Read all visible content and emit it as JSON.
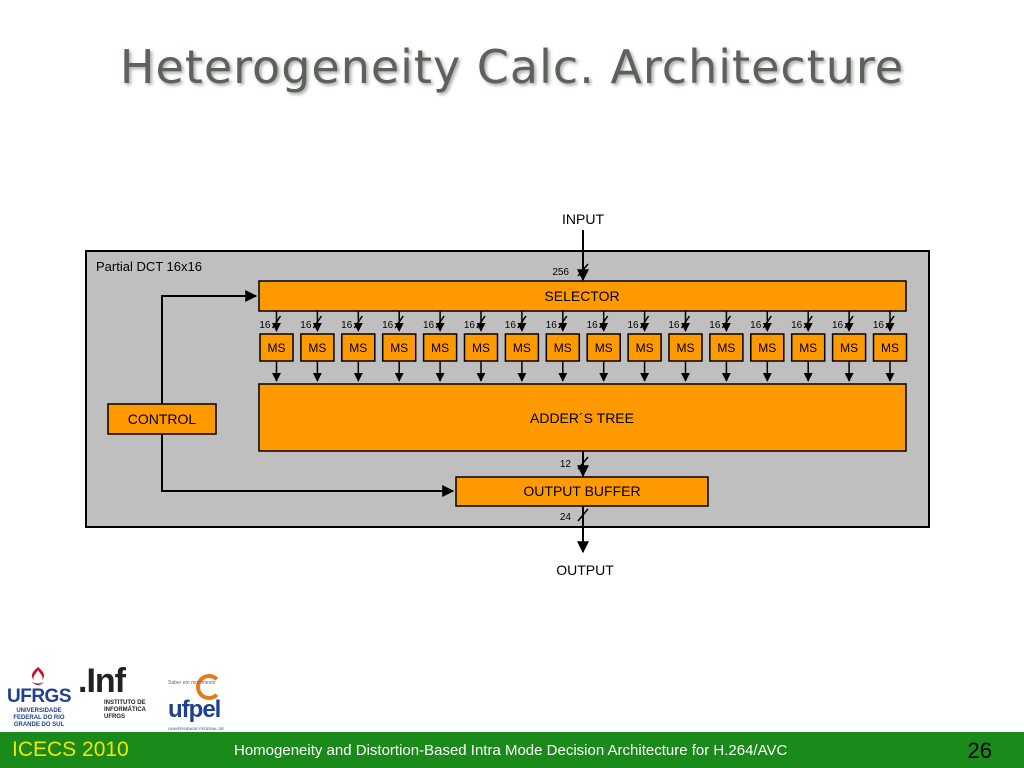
{
  "slide": {
    "title": "Heterogeneity Calc. Architecture"
  },
  "diagram": {
    "container_label": "Partial DCT 16x16",
    "input_label": "INPUT",
    "output_label": "OUTPUT",
    "selector_label": "SELECTOR",
    "adder_label": "ADDER´S TREE",
    "control_label": "CONTROL",
    "output_buffer_label": "OUTPUT BUFFER",
    "bus_input_width": "256",
    "bus_adder_width": "12",
    "bus_output_width": "24",
    "ms_bus_width": "16",
    "ms_label": "MS",
    "ms_count": 16,
    "colors": {
      "block_fill": "#ff9900",
      "container_fill": "#bfbfbf",
      "stroke": "#000000"
    }
  },
  "logos": {
    "ufrgs": {
      "name": "UFRGS",
      "subtitle": "UNIVERSIDADE FEDERAL DO RIO GRANDE DO SUL"
    },
    "inf": {
      "name": ".Inf",
      "subtitle": "INSTITUTO DE INFORMÁTICA UFRGS"
    },
    "ufpel": {
      "name": "ufpel",
      "tagline": "Saber em movimento",
      "subtitle": "UNIVERSIDADE FEDERAL DE PELOTAS"
    }
  },
  "footer": {
    "conference": "ICECS 2010",
    "paper_title": "Homogeneity and Distortion-Based Intra Mode Decision Architecture for H.264/AVC",
    "page_number": "26"
  },
  "theme": {
    "footer_bg": "#1a8a1a",
    "footer_accent": "#f2e600",
    "title_color": "#5b6259"
  }
}
